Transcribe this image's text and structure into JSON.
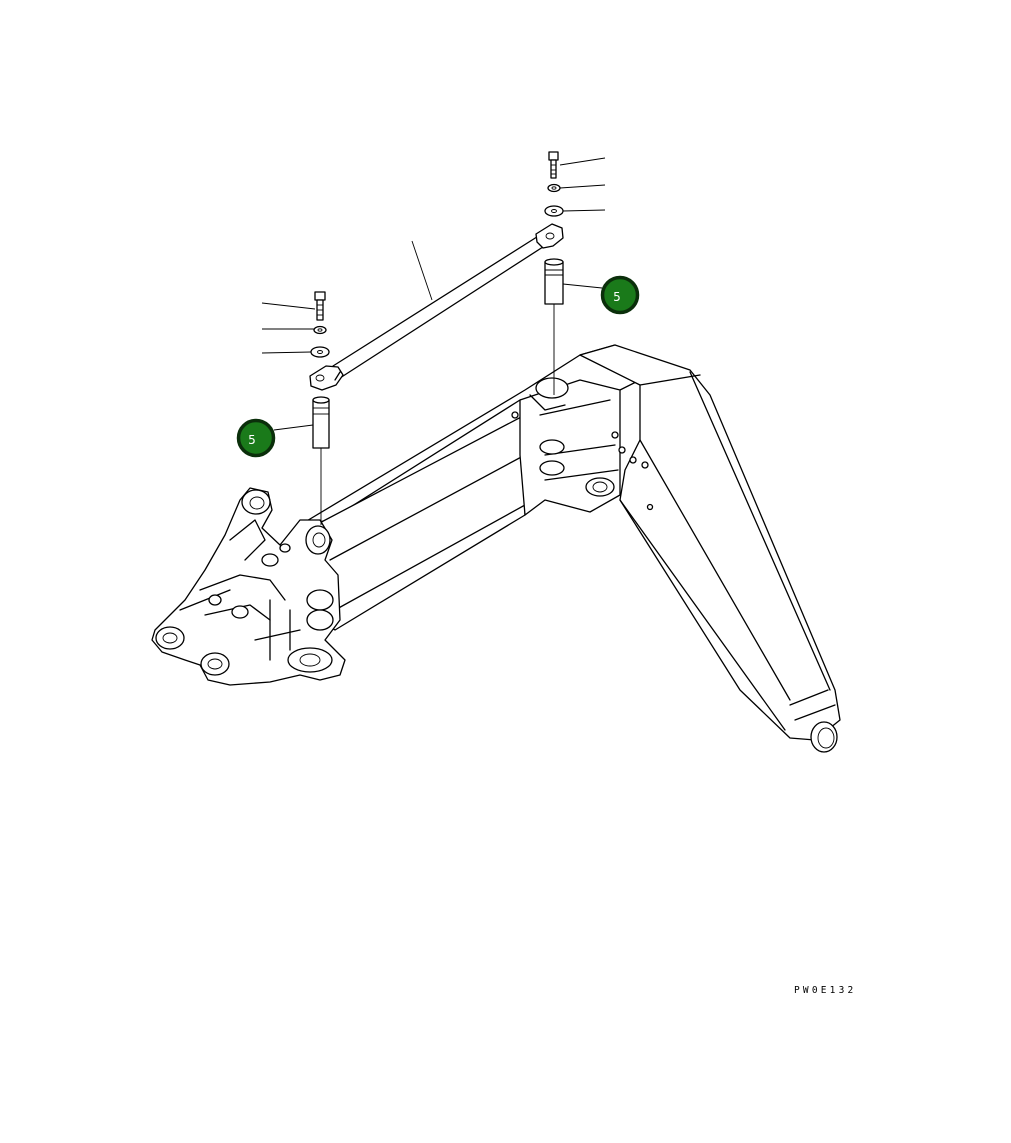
{
  "diagram": {
    "drawing_code": "PW0E132",
    "callouts": [
      {
        "id": "callout-upper",
        "label": "5"
      },
      {
        "id": "callout-lower",
        "label": "5"
      }
    ],
    "colors": {
      "callout_fill": "#1a7a1a",
      "callout_border": "#0b2f0b",
      "callout_text": "#ffffff",
      "line": "#000000",
      "background": "#ffffff"
    }
  }
}
